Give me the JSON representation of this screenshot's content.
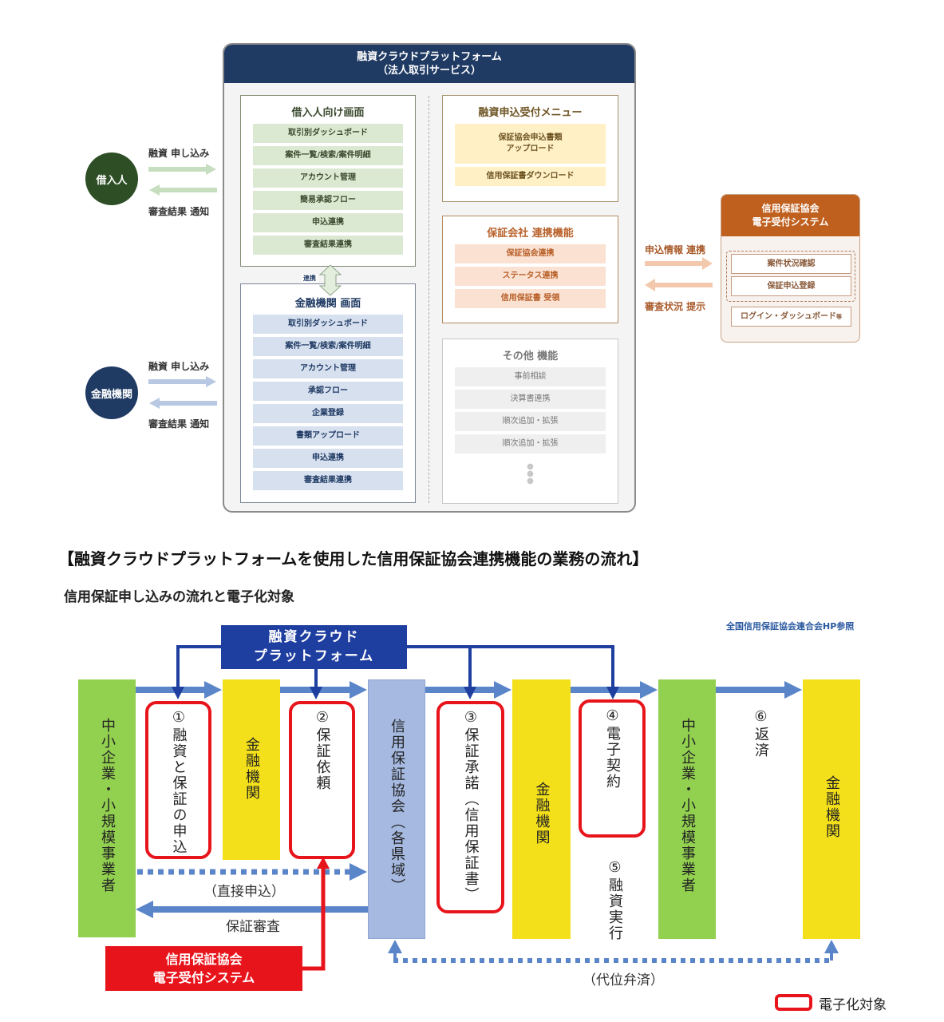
{
  "platform": {
    "title_line1": "融資クラウドプラットフォーム",
    "title_line2": "（法人取引サービス）",
    "borrower_screen": {
      "title": "借入人向け画面",
      "items": [
        "取引別ダッシュボード",
        "案件一覧/検索/案件明細",
        "アカウント管理",
        "簡易承認フロー",
        "申込連携",
        "審査結果連携"
      ]
    },
    "link_label": "連携",
    "bank_screen": {
      "title": "金融機関 画面",
      "items": [
        "取引別ダッシュボード",
        "案件一覧/検索/案件明細",
        "アカウント管理",
        "承認フロー",
        "企業登録",
        "書類アップロード",
        "申込連携",
        "審査結果連携"
      ]
    },
    "loan_menu": {
      "title": "融資申込受付メニュー",
      "items": [
        "保証協会申込書類\nアップロード",
        "信用保証書ダウンロード"
      ]
    },
    "guarantee_link": {
      "title": "保証会社 連携機能",
      "items": [
        "保証協会連携",
        "ステータス連携",
        "信用保証書 受領"
      ]
    },
    "other": {
      "title": "その他 機能",
      "items": [
        "事前相談",
        "決算書連携",
        "順次追加・拡張",
        "順次追加・拡張"
      ],
      "more": "⋮"
    }
  },
  "actors": {
    "borrower": {
      "label": "借入人",
      "apply": "融資 申し込み",
      "notify": "審査結果 通知",
      "color": "#2e4f26"
    },
    "bank": {
      "label": "金融機関",
      "apply": "融資 申し込み",
      "notify": "審査結果 通知",
      "color": "#1f3a63"
    }
  },
  "e_system": {
    "title_line1": "信用保証協会",
    "title_line2": "電子受付システム",
    "items": [
      "案件状況確認",
      "保証申込登録"
    ],
    "footer_item": "ログイン・ダッシュボード",
    "footer_suffix": "等",
    "link_out": "申込情報 連携",
    "link_in": "審査状況 提示",
    "color": "#c0601f"
  },
  "headings": {
    "main": "【融資クラウドプラットフォームを使用した信用保証協会連携機能の業務の流れ】",
    "sub": "信用保証申し込みの流れと電子化対象"
  },
  "flow": {
    "reference": "全国信用保証協会連合会HP参照",
    "platform_box": {
      "line1": "融資クラウド",
      "line2": "プラットフォーム"
    },
    "esystem_box": {
      "line1": "信用保証協会",
      "line2": "電子受付システム"
    },
    "entities": {
      "sme1": "中小企業・小規模事業者",
      "bank1": "金融機関",
      "association": "信用保証協会（各県域）",
      "bank2": "金融機関",
      "sme2": "中小企業・小規模事業者",
      "bank3": "金融機関"
    },
    "steps": [
      {
        "num": "①",
        "text": "融資と保証の申込",
        "digitized": true
      },
      {
        "num": "②",
        "text": "保証依頼",
        "digitized": true
      },
      {
        "num": "③",
        "text": "保証承諾（信用保証書）",
        "digitized": true
      },
      {
        "num": "④",
        "text": "電子契約",
        "digitized": true
      },
      {
        "num": "⑤",
        "text": "融資実行",
        "digitized": false
      },
      {
        "num": "⑥",
        "text": "返済",
        "digitized": false
      }
    ],
    "labels": {
      "direct": "（直接申込）",
      "review": "保証審査",
      "subrogation": "（代位弁済）"
    },
    "legend": "電子化対象",
    "colors": {
      "sme": "#92d050",
      "bank": "#f3e01a",
      "association": "#a6b9e0",
      "digitized": "#e8141b",
      "platform": "#1e3ea0",
      "arrow": "#5b85c9"
    }
  }
}
